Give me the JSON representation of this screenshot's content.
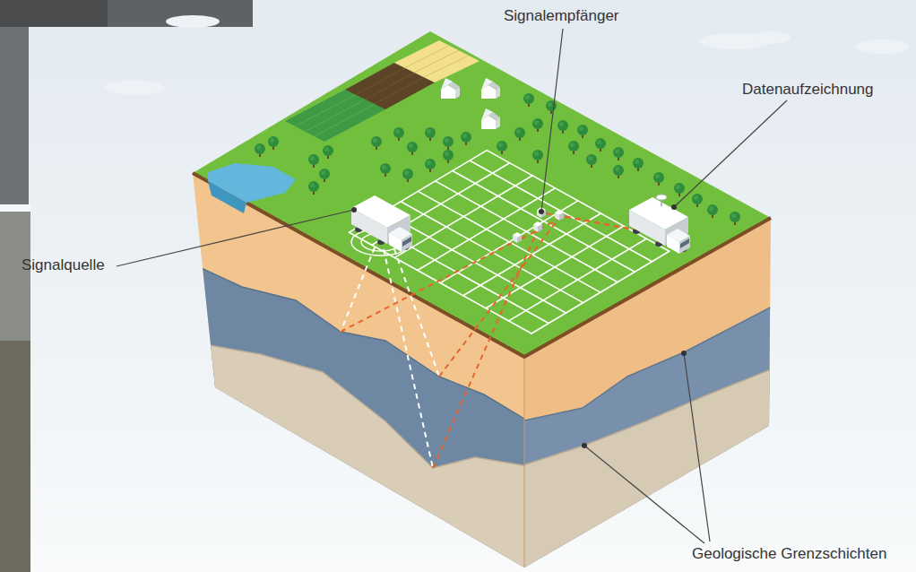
{
  "diagram": {
    "labels": [
      "Signalempfänger",
      "Datenaufzeichnung",
      "Signalquelle",
      "Geologische Grenzschichten"
    ]
  }
}
